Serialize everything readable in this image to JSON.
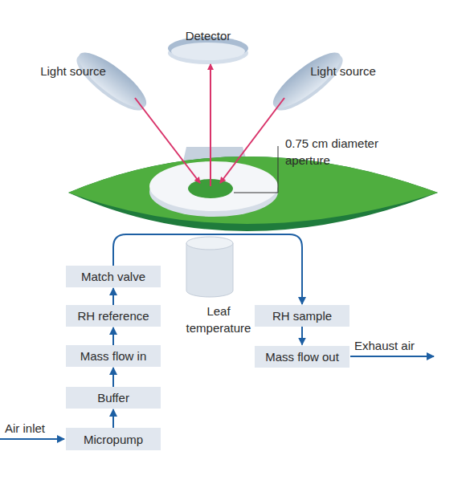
{
  "diagram": {
    "nodes": [
      {
        "text": [
          "Match valve"
        ]
      },
      {
        "text": [
          "RH reference"
        ]
      },
      {
        "text": [
          "Mass flow in"
        ]
      },
      {
        "text": [
          "Buffer"
        ]
      },
      {
        "text": [
          "Micropump"
        ]
      },
      {
        "text": [
          "RH sample"
        ]
      },
      {
        "text": [
          "Mass flow out"
        ]
      }
    ],
    "edges": [
      {
        "from": 4,
        "to": 3,
        "arrow": "to"
      },
      {
        "from": 3,
        "to": 2,
        "arrow": "to"
      },
      {
        "from": 2,
        "to": 1,
        "arrow": "to"
      },
      {
        "from": 1,
        "to": 0,
        "arrow": "to"
      },
      {
        "from": 0,
        "to": 5,
        "arrow": "to"
      },
      {
        "from": 5,
        "to": 6,
        "arrow": "to"
      }
    ],
    "labels": [
      "Detector",
      "Light source",
      "Light source",
      "0.75 cm diameter aperture",
      "Leaf temperature",
      "Air inlet",
      "Exhaust air"
    ]
  }
}
